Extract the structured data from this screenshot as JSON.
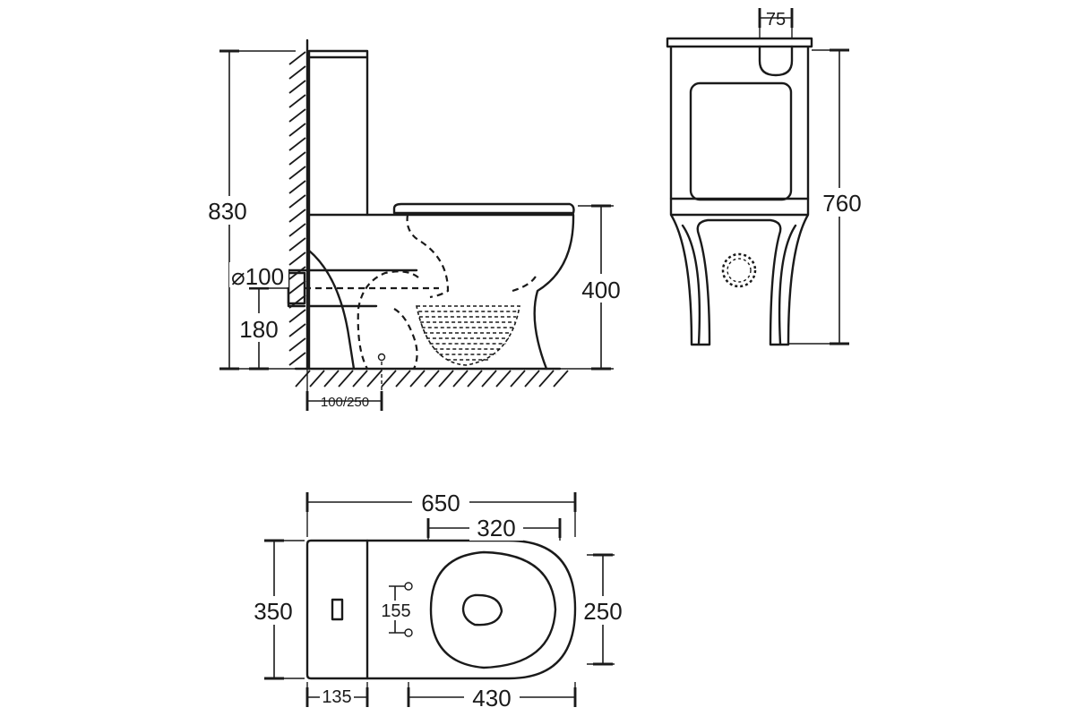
{
  "side_view": {
    "height_total": "830",
    "outlet_diameter": "⌀100",
    "outlet_height": "180",
    "seat_height": "400",
    "outlet_offset": "100/250"
  },
  "front_view": {
    "flush_button_width": "75",
    "height": "760"
  },
  "top_view": {
    "overall_length": "650",
    "bowl_length": "320",
    "width": "350",
    "bowl_width": "250",
    "bolt_spacing": "155",
    "tank_depth": "135",
    "bowl_depth": "430"
  }
}
